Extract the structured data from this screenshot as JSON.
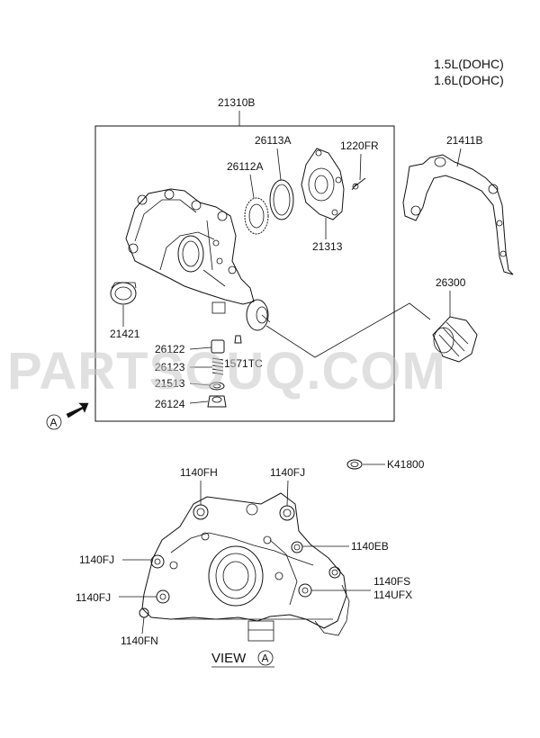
{
  "engine_lines": [
    "1.5L(DOHC)",
    "1.6L(DOHC)"
  ],
  "watermark": "PARTSOUQ.COM",
  "view_label": "VIEW",
  "view_ref": "A",
  "arrow_ref": "A",
  "parts": {
    "p21310B": "21310B",
    "p26113A": "26113A",
    "p26112A": "26112A",
    "p1220FR": "1220FR",
    "p21313": "21313",
    "p21411B": "21411B",
    "p26300": "26300",
    "p21421": "21421",
    "p26122": "26122",
    "p26123": "26123",
    "p1571TC": "1571TC",
    "p21513": "21513",
    "p26124": "26124",
    "pK41800": "K41800",
    "p1140FH": "1140FH",
    "p1140FJ_top": "1140FJ",
    "p1140EB": "1140EB",
    "p1140FJ_l1": "1140FJ",
    "p1140FS": "1140FS",
    "p114UFX": "114UFX",
    "p1140FJ_l2": "1140FJ",
    "p1140FN": "1140FN"
  }
}
